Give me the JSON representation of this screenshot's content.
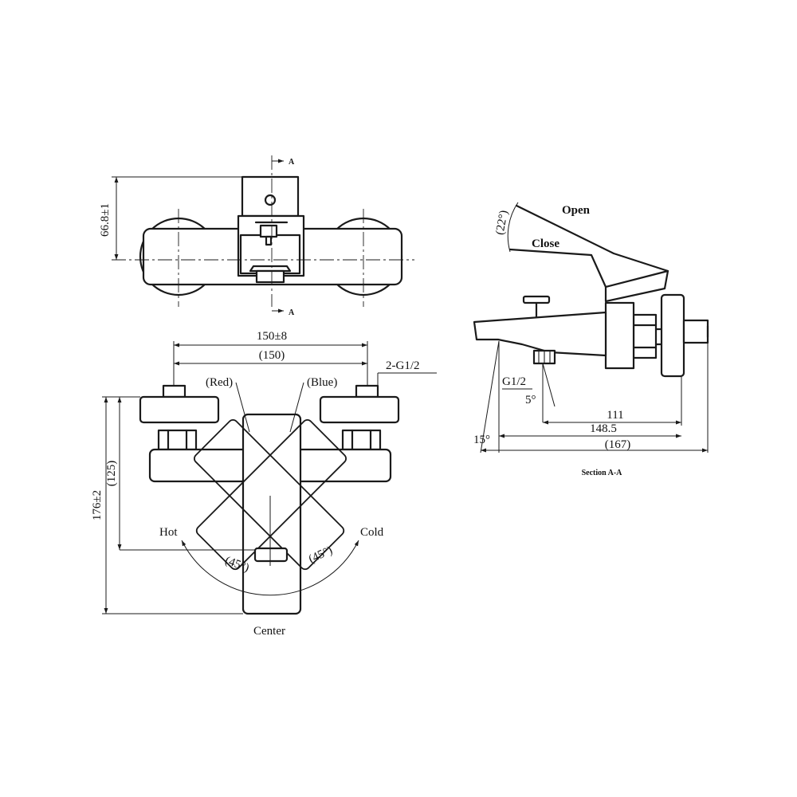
{
  "top_view": {
    "height_dim": "66.8±1",
    "section_mark_top": "A",
    "section_mark_bottom": "A"
  },
  "front_view": {
    "width_overall": "150±8",
    "width_ref": "(150)",
    "thread": "2-G1/2",
    "red_label": "(Red)",
    "blue_label": "(Blue)",
    "height_overall": "176±2",
    "height_ref": "(125)",
    "hot_label": "Hot",
    "cold_label": "Cold",
    "angle_left": "(45°)",
    "angle_right": "(45°)",
    "center_label": "Center"
  },
  "section_view": {
    "open_label": "Open",
    "close_label": "Close",
    "handle_angle": "(22°)",
    "outlet_thread": "G1/2",
    "outlet_angle": "5°",
    "spout_angle": "15°",
    "dim_a": "111",
    "dim_b": "148.5",
    "dim_c": "(167)",
    "caption": "Section A-A"
  }
}
